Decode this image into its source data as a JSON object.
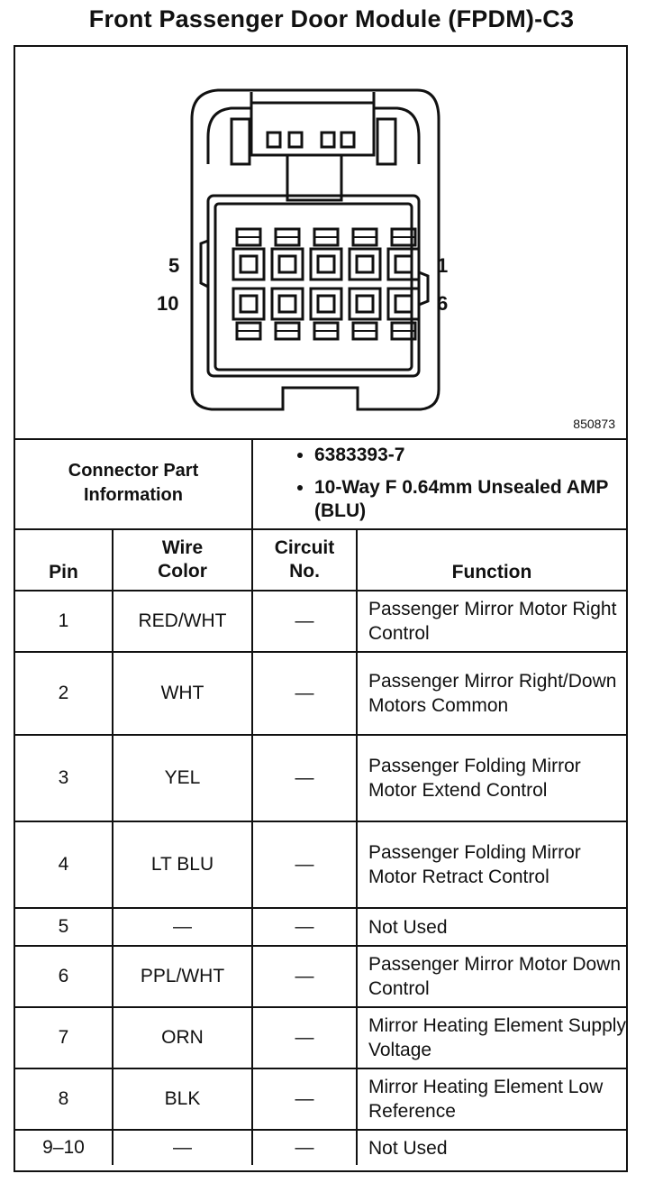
{
  "title": "Front Passenger Door Module (FPDM)-C3",
  "figure": {
    "id": "850873",
    "pin_labels": {
      "top_left": "5",
      "bottom_left": "10",
      "top_right": "1",
      "bottom_right": "6"
    }
  },
  "connector_part": {
    "label_line1": "Connector Part",
    "label_line2": "Information",
    "items": [
      "6383393-7",
      "10-Way F 0.64mm Unsealed AMP (BLU)"
    ]
  },
  "headers": {
    "pin": "Pin",
    "wire_color_line1": "Wire",
    "wire_color_line2": "Color",
    "circuit_line1": "Circuit",
    "circuit_line2": "No.",
    "function": "Function"
  },
  "rows": [
    {
      "pin": "1",
      "wire": "RED/WHT",
      "circuit": "—",
      "function": "Passenger Mirror Motor Right Control"
    },
    {
      "pin": "2",
      "wire": "WHT",
      "circuit": "—",
      "function": "Passenger Mirror Right/Down Motors Common"
    },
    {
      "pin": "3",
      "wire": "YEL",
      "circuit": "—",
      "function": "Passenger Folding Mirror Motor Extend Control"
    },
    {
      "pin": "4",
      "wire": "LT BLU",
      "circuit": "—",
      "function": "Passenger Folding Mirror Motor Retract Control"
    },
    {
      "pin": "5",
      "wire": "—",
      "circuit": "—",
      "function": "Not Used"
    },
    {
      "pin": "6",
      "wire": "PPL/WHT",
      "circuit": "—",
      "function": "Passenger Mirror Motor Down Control"
    },
    {
      "pin": "7",
      "wire": "ORN",
      "circuit": "—",
      "function": "Mirror Heating Element Supply Voltage"
    },
    {
      "pin": "8",
      "wire": "BLK",
      "circuit": "—",
      "function": "Mirror Heating Element Low Reference"
    },
    {
      "pin": "9–10",
      "wire": "—",
      "circuit": "—",
      "function": "Not Used"
    }
  ]
}
